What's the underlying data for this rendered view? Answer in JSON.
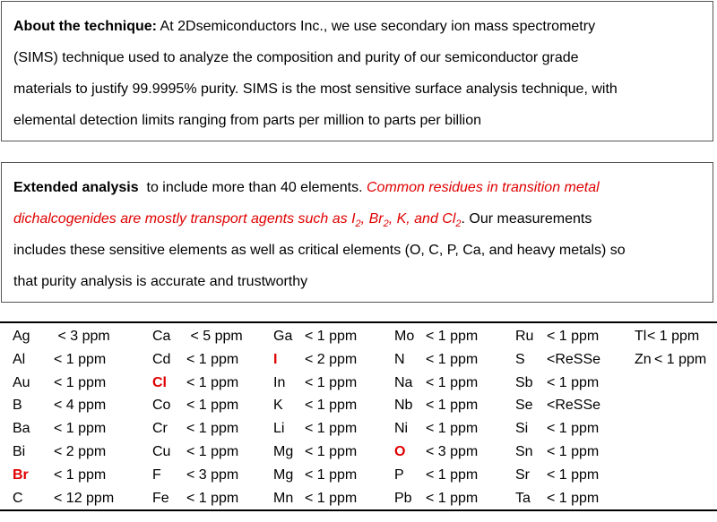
{
  "about": {
    "heading": "About the technique:",
    "lines": [
      " At 2Dsemiconductors Inc., we use secondary ion mass spectrometry",
      "(SIMS) technique used to analyze the composition and purity of our semiconductor grade",
      "materials to justify 99.9995% purity. SIMS is the most sensitive surface analysis technique, with",
      "elemental detection limits ranging from parts per million to parts per billion"
    ]
  },
  "extended": {
    "heading": "Extended analysis",
    "line1_rest": "  to include more than 40 elements. ",
    "line1_red": "Common residues in transition metal",
    "line2_red_a": "dichalcogenides are mostly transport agents such as I",
    "sub2": "2",
    "comma": ", Br",
    "line2_red_b": ", K, and Cl",
    "line2_end": ". Our measurements",
    "line3": "includes these sensitive elements as well as critical elements (O, C, P, Ca, and heavy metals) so",
    "line4": "that purity analysis is accurate and trustworthy"
  },
  "table": {
    "columns": [
      [
        [
          "Ag",
          " < 3 ppm"
        ],
        [
          "Al",
          "< 1 ppm"
        ],
        [
          "Au",
          "< 1 ppm"
        ],
        [
          "B",
          "< 4 ppm"
        ],
        [
          "Ba",
          "< 1 ppm"
        ],
        [
          "Bi",
          "< 2 ppm"
        ],
        [
          "Br",
          "< 1 ppm"
        ],
        [
          "C",
          "< 12 ppm"
        ]
      ],
      [
        [
          "Ca",
          " < 5 ppm"
        ],
        [
          "Cd",
          "< 1 ppm"
        ],
        [
          "Cl",
          "< 1 ppm"
        ],
        [
          "Co",
          "< 1 ppm"
        ],
        [
          "Cr",
          "< 1 ppm"
        ],
        [
          "Cu",
          "< 1 ppm"
        ],
        [
          "F",
          "< 3 ppm"
        ],
        [
          "Fe",
          "< 1 ppm"
        ]
      ],
      [
        [
          "Ga",
          "< 1 ppm"
        ],
        [
          "I",
          "< 2 ppm"
        ],
        [
          "In",
          "< 1 ppm"
        ],
        [
          "K",
          "< 1 ppm"
        ],
        [
          "Li",
          "< 1 ppm"
        ],
        [
          "Mg",
          "< 1 ppm"
        ],
        [
          "Mg",
          "< 1 ppm"
        ],
        [
          "Mn",
          "< 1 ppm"
        ]
      ],
      [
        [
          "Mo",
          "< 1 ppm"
        ],
        [
          "N",
          "< 1 ppm"
        ],
        [
          "Na",
          "< 1 ppm"
        ],
        [
          "Nb",
          "< 1 ppm"
        ],
        [
          "Ni",
          "< 1 ppm"
        ],
        [
          "O",
          "< 3 ppm"
        ],
        [
          "P",
          "< 1 ppm"
        ],
        [
          "Pb",
          "< 1 ppm"
        ]
      ],
      [
        [
          "Ru",
          "< 1 ppm"
        ],
        [
          "S",
          "<ReSSe"
        ],
        [
          "Sb",
          "< 1 ppm"
        ],
        [
          "Se",
          "<ReSSe"
        ],
        [
          "Si",
          "< 1 ppm"
        ],
        [
          "Sn",
          "< 1 ppm"
        ],
        [
          "Sr",
          "< 1 ppm"
        ],
        [
          "Ta",
          "< 1 ppm"
        ]
      ],
      [
        [
          "Tl",
          "< 1 ppm"
        ],
        [
          "Zn",
          "< 1 ppm"
        ]
      ]
    ],
    "highlighted": [
      "Br",
      "Cl",
      "I",
      "O"
    ],
    "highlight_color": "#e00000"
  }
}
